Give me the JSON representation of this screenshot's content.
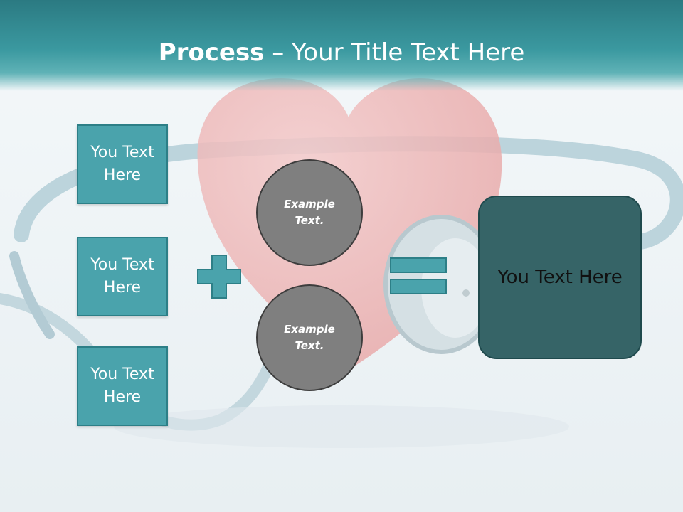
{
  "title": {
    "bold_part": "Process",
    "rest": " – Your Title Text Here"
  },
  "left_boxes": [
    {
      "label": "You Text Here"
    },
    {
      "label": "You Text Here"
    },
    {
      "label": "You Text Here"
    }
  ],
  "circles": [
    {
      "label": "Example Text."
    },
    {
      "label": "Example Text."
    }
  ],
  "result": {
    "label": "You Text Here"
  },
  "colors": {
    "title_bar": "#3b99a0",
    "box_fill": "#4aa3ac",
    "circle_fill": "#7f7f7f",
    "result_fill": "#366467"
  },
  "icons": {
    "plus": "plus-icon",
    "equals": "equals-icon"
  }
}
